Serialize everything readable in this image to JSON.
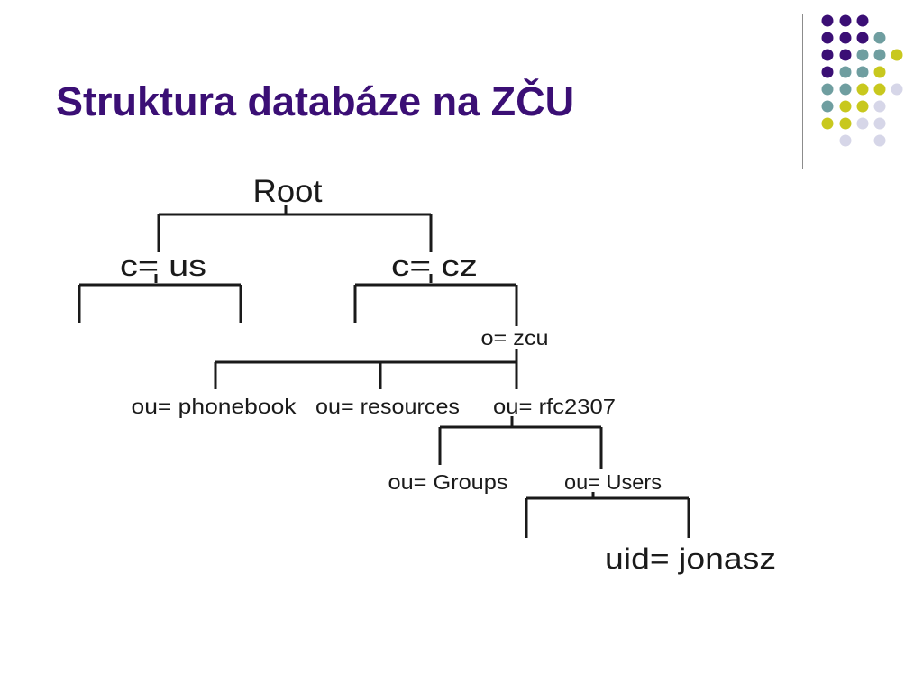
{
  "slide": {
    "title": "Struktura databáze na ZČU"
  },
  "tree": {
    "nodes": {
      "root": "Root",
      "c_us": "c= us",
      "c_cz": "c= cz",
      "o_zcu": "o= zcu",
      "ou_phonebook": "ou= phonebook",
      "ou_resources": "ou= resources",
      "ou_rfc2307": "ou= rfc2307",
      "ou_groups": "ou= Groups",
      "ou_users": "ou= Users",
      "uid_jonasz": "uid= jonasz"
    }
  },
  "theme": {
    "title_color": "#3b0f75",
    "dot_colors": [
      "#3b0f75",
      "#6f9ea0",
      "#c8c81e",
      "#d6d6e8"
    ]
  }
}
